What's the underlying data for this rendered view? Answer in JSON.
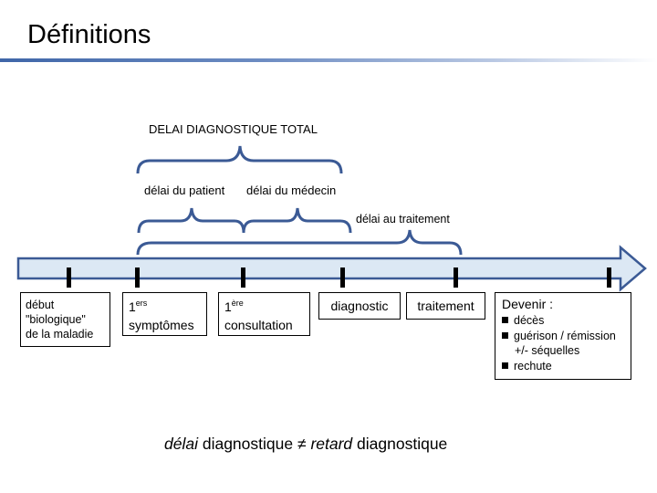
{
  "title": "Définitions",
  "labels": {
    "total": "DELAI  DIAGNOSTIQUE TOTAL",
    "patient": "délai du patient",
    "medecin": "délai du médecin",
    "traitement_delay": "délai au traitement"
  },
  "boxes": {
    "debut": [
      "début",
      "\"biologique\"",
      "de la maladie"
    ],
    "symptomes": {
      "prefix": "1",
      "sup": "ers",
      "word": "symptômes"
    },
    "consultation": {
      "prefix": "1",
      "sup": "ère",
      "word": "consultation"
    },
    "diagnostic": "diagnostic",
    "traitement": "traitement",
    "devenir": {
      "title": "Devenir :",
      "item1": "décès",
      "item2": "guérison / rémission",
      "item2b": "+/- séquelles",
      "item3": "rechute"
    }
  },
  "bottom": {
    "w1": "délai",
    "w2": " diagnostique ",
    "neq": "≠",
    "w3": "retard",
    "w4": " diagnostique"
  },
  "colors": {
    "arrow_fill": "#dce8f4",
    "brace": "#3b5a95",
    "rule": "#3f66a8"
  }
}
